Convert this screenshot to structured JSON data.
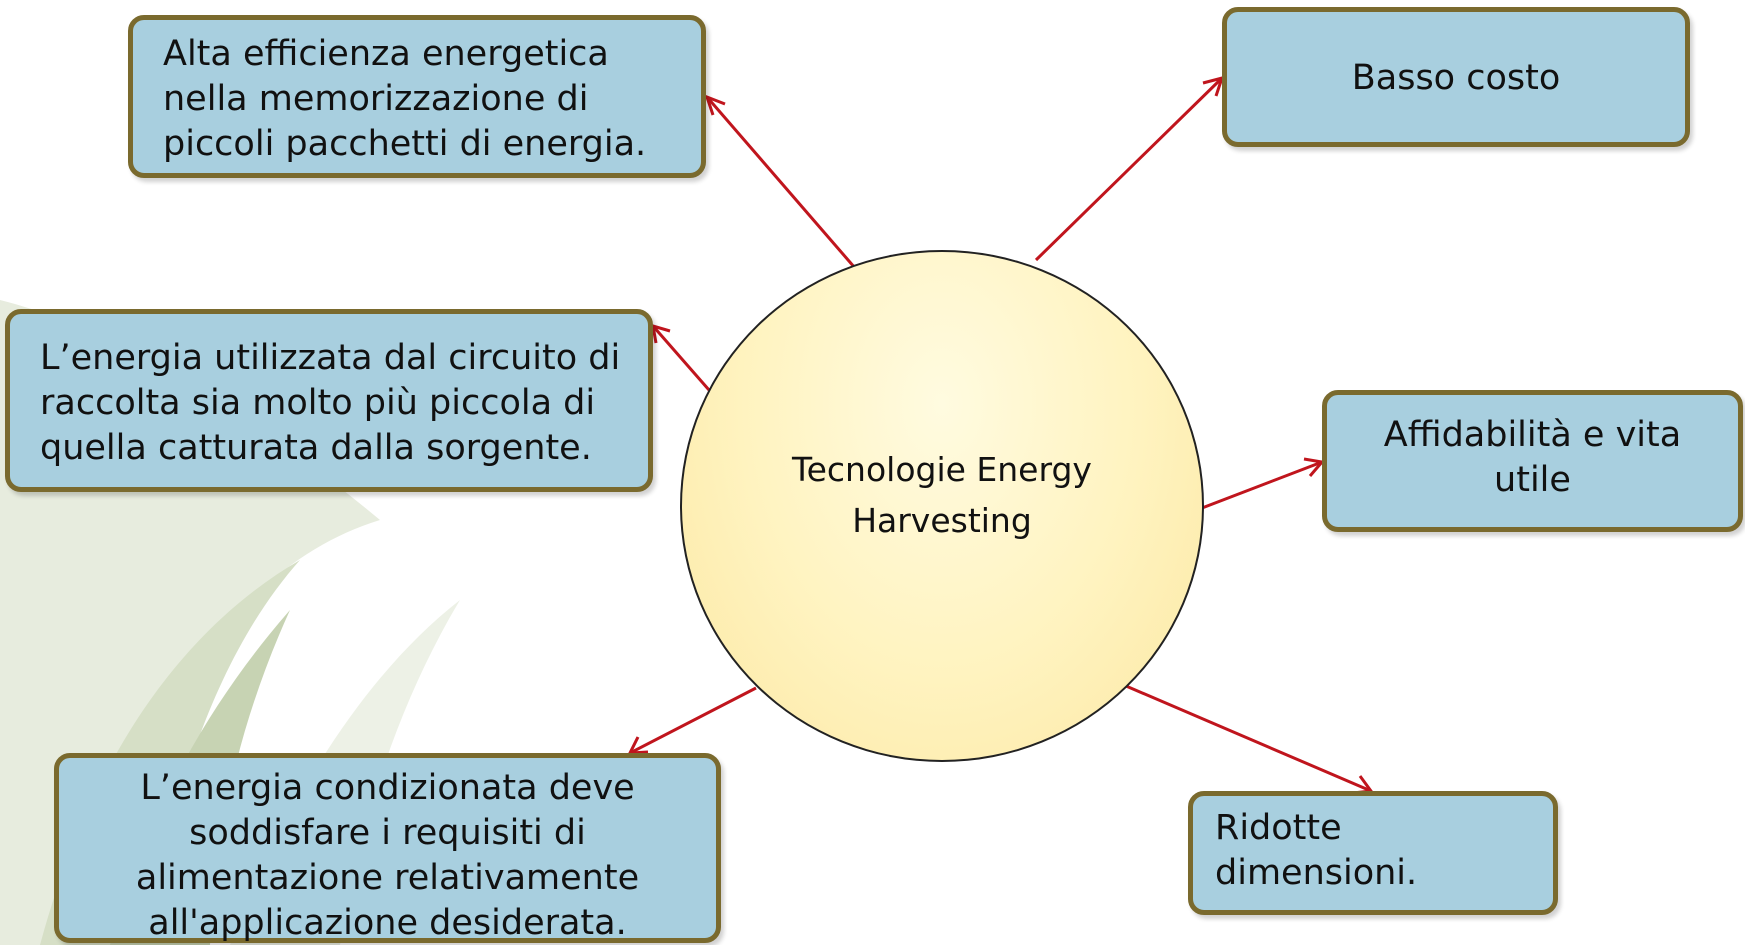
{
  "center": {
    "label": "Tecnologie Energy\nHarvesting"
  },
  "nodes": [
    {
      "id": "efficiency",
      "text": "Alta efficienza energetica\nnella memorizzazione di\npiccoli pacchetti di energia."
    },
    {
      "id": "energy_used",
      "text": "L’energia utilizzata dal circuito di\nraccolta sia molto più piccola di\nquella catturata dalla sorgente."
    },
    {
      "id": "conditioned",
      "text": "L’energia condizionata deve\nsoddisfare i requisiti di\nalimentazione relativamente\nall'applicazione desiderata."
    },
    {
      "id": "low_cost",
      "text": "Basso costo"
    },
    {
      "id": "reliability",
      "text": "Affidabilità e vita\nutile"
    },
    {
      "id": "size",
      "text": "Ridotte\ndimensioni."
    }
  ],
  "colors": {
    "box_fill": "#a8cfdf",
    "box_border": "#7a6a2e",
    "arrow": "#c0151d",
    "circle_fill": "#fff3bf",
    "background_leaf": "#dfe6d3"
  }
}
